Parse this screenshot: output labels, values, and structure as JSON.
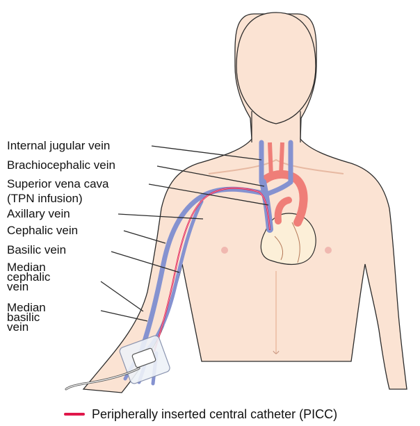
{
  "labels": {
    "internal_jugular": "Internal jugular vein",
    "brachiocephalic": "Brachiocephalic vein",
    "svc_line1": "Superior vena cava",
    "svc_line2": "(TPN infusion)",
    "axillary": "Axillary vein",
    "cephalic": "Cephalic vein",
    "basilic": "Basilic vein",
    "median_cephalic_line1": "Median",
    "median_cephalic_line2": "cephalic",
    "median_cephalic_line3": "vein",
    "median_basilic_line1": "Median",
    "median_basilic_line2": "basilic",
    "median_basilic_line3": "vein"
  },
  "legend": {
    "text": "Peripherally inserted central catheter (PICC)"
  },
  "colors": {
    "skin": "#fbe3d3",
    "skin_shade": "#f3cdb8",
    "outline": "#2b2b2b",
    "vein": "#8592d0",
    "artery": "#ef7e78",
    "catheter": "#e0174a",
    "heart": "#fcefd8"
  }
}
